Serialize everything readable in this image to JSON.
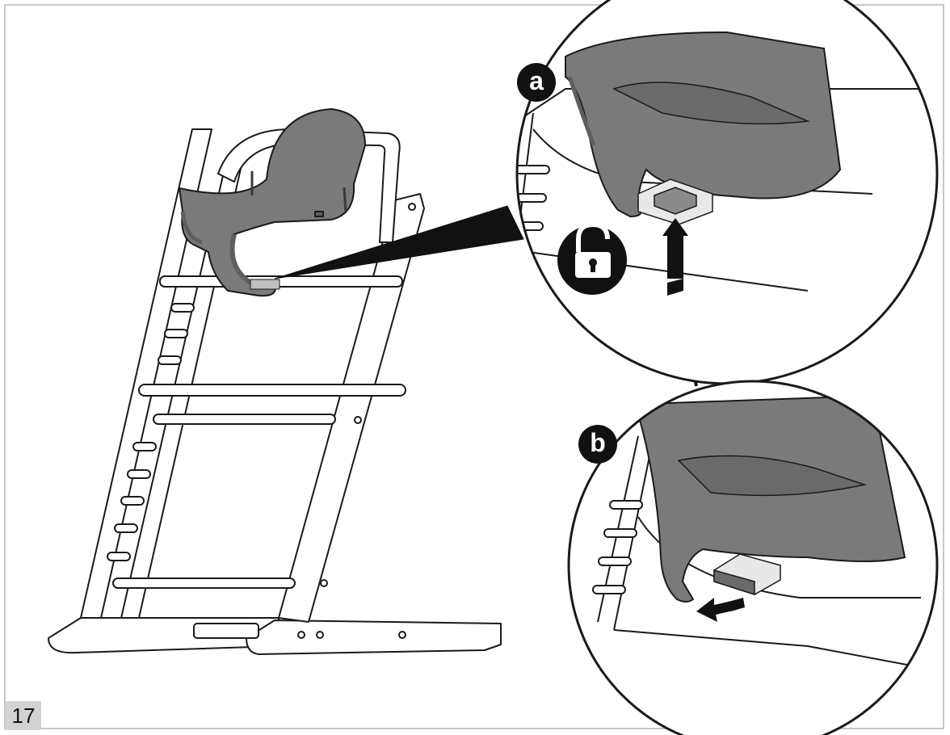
{
  "step": {
    "number": "17"
  },
  "callouts": [
    {
      "label": "a",
      "action": "unlock"
    },
    {
      "label": "b",
      "action": "slide-out"
    }
  ],
  "icons": [
    "unlock-padlock-icon",
    "up-arrow-icon",
    "left-arrow-icon"
  ],
  "colors": {
    "line": "#1a1a1a",
    "seat_fill": "#7a7a7a",
    "seat_shadow": "#5f5f5f",
    "frame_border": "#c8c8c8",
    "badge_bg": "#d2d2d2"
  }
}
